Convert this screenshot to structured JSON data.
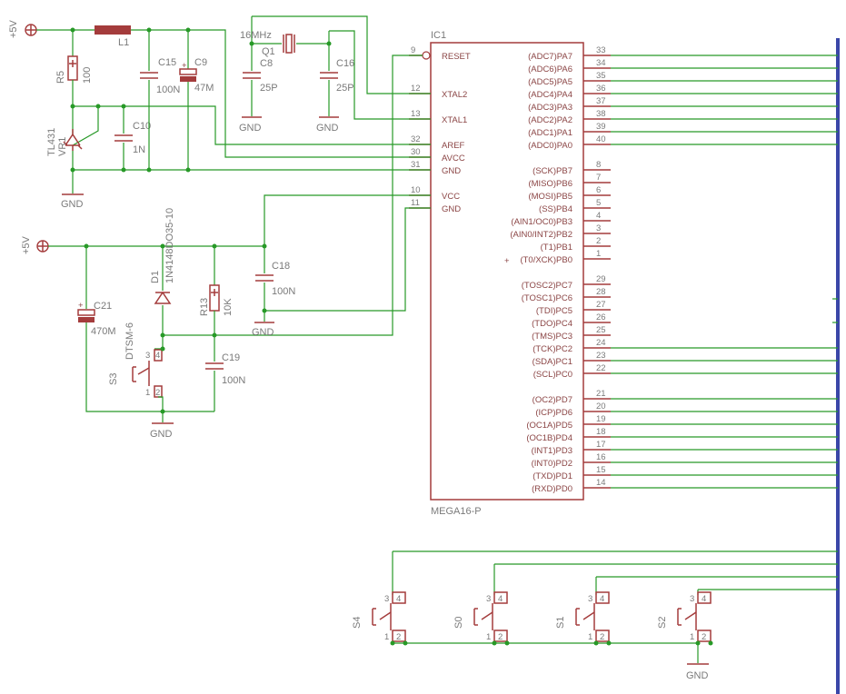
{
  "ic": {
    "ref": "IC1",
    "part": "MEGA16-P",
    "left_pins": [
      {
        "num": "9",
        "name": "RESET"
      },
      {
        "num": "12",
        "name": "XTAL2"
      },
      {
        "num": "13",
        "name": "XTAL1"
      },
      {
        "num": "32",
        "name": "AREF"
      },
      {
        "num": "30",
        "name": "AVCC"
      },
      {
        "num": "31",
        "name": "GND"
      },
      {
        "num": "10",
        "name": "VCC"
      },
      {
        "num": "11",
        "name": "GND"
      }
    ],
    "right_pins": [
      {
        "num": "33",
        "name": "(ADC7)PA7"
      },
      {
        "num": "34",
        "name": "(ADC6)PA6"
      },
      {
        "num": "35",
        "name": "(ADC5)PA5"
      },
      {
        "num": "36",
        "name": "(ADC4)PA4"
      },
      {
        "num": "37",
        "name": "(ADC3)PA3"
      },
      {
        "num": "38",
        "name": "(ADC2)PA2"
      },
      {
        "num": "39",
        "name": "(ADC1)PA1"
      },
      {
        "num": "40",
        "name": "(ADC0)PA0"
      },
      {
        "num": "8",
        "name": "(SCK)PB7"
      },
      {
        "num": "7",
        "name": "(MISO)PB6"
      },
      {
        "num": "6",
        "name": "(MOSI)PB5"
      },
      {
        "num": "5",
        "name": "(SS)PB4"
      },
      {
        "num": "4",
        "name": "(AIN1/OC0)PB3"
      },
      {
        "num": "3",
        "name": "(AIN0/INT2)PB2"
      },
      {
        "num": "2",
        "name": "(T1)PB1"
      },
      {
        "num": "1",
        "name": "(T0/XCK)PB0"
      },
      {
        "num": "29",
        "name": "(TOSC2)PC7"
      },
      {
        "num": "28",
        "name": "(TOSC1)PC6"
      },
      {
        "num": "27",
        "name": "(TDI)PC5"
      },
      {
        "num": "26",
        "name": "(TDO)PC4"
      },
      {
        "num": "25",
        "name": "(TMS)PC3"
      },
      {
        "num": "24",
        "name": "(TCK)PC2"
      },
      {
        "num": "23",
        "name": "(SDA)PC1"
      },
      {
        "num": "22",
        "name": "(SCL)PC0"
      },
      {
        "num": "21",
        "name": "(OC2)PD7"
      },
      {
        "num": "20",
        "name": "(ICP)PD6"
      },
      {
        "num": "19",
        "name": "(OC1A)PD5"
      },
      {
        "num": "18",
        "name": "(OC1B)PD4"
      },
      {
        "num": "17",
        "name": "(INT1)PD3"
      },
      {
        "num": "16",
        "name": "(INT0)PD2"
      },
      {
        "num": "15",
        "name": "(TXD)PD1"
      },
      {
        "num": "14",
        "name": "(RXD)PD0"
      }
    ],
    "pb0_marker": "+"
  },
  "labels": {
    "vcc1": "+5V",
    "vcc2": "+5V",
    "l1": "L1",
    "r5": "R5",
    "r5_val": "100",
    "c15": "C15",
    "c15_val": "100N",
    "c9": "C9",
    "c9_val": "47M",
    "c10": "C10",
    "c10_val": "1N",
    "vr1_part": "TL431",
    "vr1": "VR1",
    "gnd1": "GND",
    "xtal": "16MHz",
    "q1": "Q1",
    "c8": "C8",
    "c8_val": "25P",
    "gnd_c8": "GND",
    "c16": "C16",
    "c16_val": "25P",
    "gnd_c16": "GND",
    "d1": "D1",
    "d1_part": "1N4148DO35-10",
    "r13": "R13",
    "r13_val": "10K",
    "c18": "C18",
    "c18_val": "100N",
    "gnd_c18": "GND",
    "c21": "C21",
    "c21_val": "470M",
    "c21_part": "DTSM-6",
    "s3": "S3",
    "c19": "C19",
    "c19_val": "100N",
    "gnd_reset": "GND",
    "s4": "S4",
    "s0": "S0",
    "s1": "S1",
    "s2": "S2",
    "gnd_keys": "GND"
  },
  "switch_pins": {
    "p1": "1",
    "p2": "2",
    "p3": "3",
    "p4": "4"
  },
  "colors": {
    "wire": "#279927",
    "component": "#a43c3c",
    "bus": "#3a46a8",
    "text": "#7a7a7a"
  }
}
